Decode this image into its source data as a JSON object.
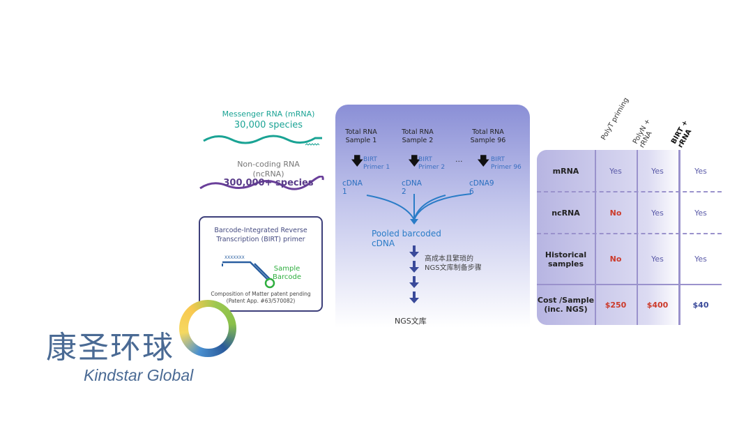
{
  "left": {
    "mrna_title": "Messenger RNA (mRNA)",
    "mrna_count": "30,000 species",
    "ncrna_title": "Non-coding RNA",
    "ncrna_abbr": "(ncRNA)",
    "ncrna_count": "300,000+ species",
    "birt_title_1": "Barcode-Integrated Reverse",
    "birt_title_2": "Transcription (BIRT) primer",
    "sample_barcode_1": "Sample",
    "sample_barcode_2": "Barcode",
    "patent_1": "Composition of Matter patent pending",
    "patent_2": "(Patent App. #63/570082)"
  },
  "workflow": {
    "samples": [
      {
        "l1": "Total RNA",
        "l2": "Sample 1",
        "p1": "BIRT",
        "p2": "Primer 1",
        "c1": "cDNA",
        "c2": "1"
      },
      {
        "l1": "Total RNA",
        "l2": "Sample 2",
        "p1": "BIRT",
        "p2": "Primer 2",
        "c1": "cDNA",
        "c2": "2"
      },
      {
        "l1": "Total RNA",
        "l2": "Sample 96",
        "p1": "BIRT",
        "p2": "Primer 96",
        "c1": "cDNA9",
        "c2": "6"
      }
    ],
    "ellipsis": "...",
    "pooled_1": "Pooled barcoded",
    "pooled_2": "cDNA",
    "steps_1": "高成本且繁琐的",
    "steps_2": "NGS文库制备步骤",
    "result": "NGS文库"
  },
  "table": {
    "headers": [
      "PolyT priming",
      "PolyN +",
      "rRNA",
      "BIRT +",
      "rRNA"
    ],
    "rows": [
      {
        "label": "mRNA",
        "values": [
          "Yes",
          "Yes",
          "Yes"
        ]
      },
      {
        "label": "ncRNA",
        "values": [
          "No",
          "Yes",
          "Yes"
        ]
      },
      {
        "label1": "Historical",
        "label2": "samples",
        "values": [
          "No",
          "Yes",
          "Yes"
        ]
      },
      {
        "label1": "Cost /Sample",
        "label2": "(inc. NGS)",
        "values": [
          "$250",
          "$400",
          "$40"
        ]
      }
    ]
  },
  "logo": {
    "cn": "康圣环球",
    "en": "Kindstar Global"
  },
  "colors": {
    "teal": "#1aa394",
    "purple": "#5a3c8a",
    "red": "#cc3a2a",
    "navy": "#3d3f7a"
  }
}
